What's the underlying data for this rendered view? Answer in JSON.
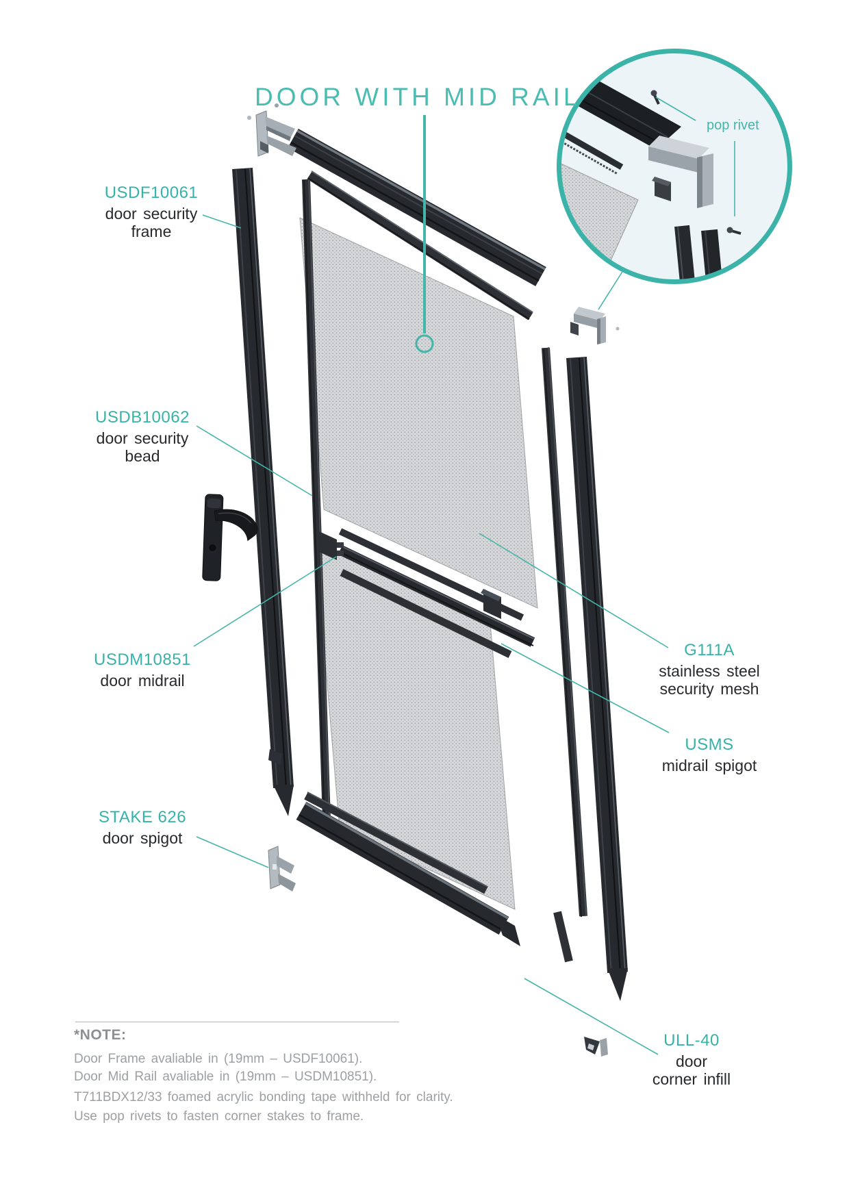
{
  "title": "DOOR WITH MID RAIL",
  "parts": {
    "usdf": {
      "code": "USDF10061",
      "desc1": "door security",
      "desc2": "frame"
    },
    "usdb": {
      "code": "USDB10062",
      "desc1": "door security",
      "desc2": "bead"
    },
    "usdm": {
      "code": "USDM10851",
      "desc1": "door midrail",
      "desc2": ""
    },
    "stake": {
      "code": "STAKE 626",
      "desc1": "door spigot",
      "desc2": ""
    },
    "g111a": {
      "code": "G111A",
      "desc1": "stainless steel",
      "desc2": "security mesh"
    },
    "usms": {
      "code": "USMS",
      "desc1": "midrail spigot",
      "desc2": ""
    },
    "ull40": {
      "code": "ULL-40",
      "desc1": "door",
      "desc2": "corner infill"
    }
  },
  "inset": {
    "label": "pop rivet"
  },
  "note": {
    "heading": "*NOTE:",
    "lines": [
      "Door Frame avaliable in (19mm – USDF10061).",
      "Door Mid Rail avaliable in (19mm – USDM10851).",
      "T711BDX12/33 foamed acrylic bonding tape withheld for clarity.",
      "Use pop rivets to fasten corner stakes to frame."
    ]
  },
  "colors": {
    "teal": "#45b5aa",
    "title_teal": "#4abcb1",
    "code_teal": "#35b3a8",
    "text_dark": "#27292c",
    "note_gray": "#9da0a3",
    "bar_dark": "#26292e",
    "mesh_base": "#d7d9db",
    "inset_bg": "#ecf4f8",
    "inset_border": "#3cb3a8"
  }
}
